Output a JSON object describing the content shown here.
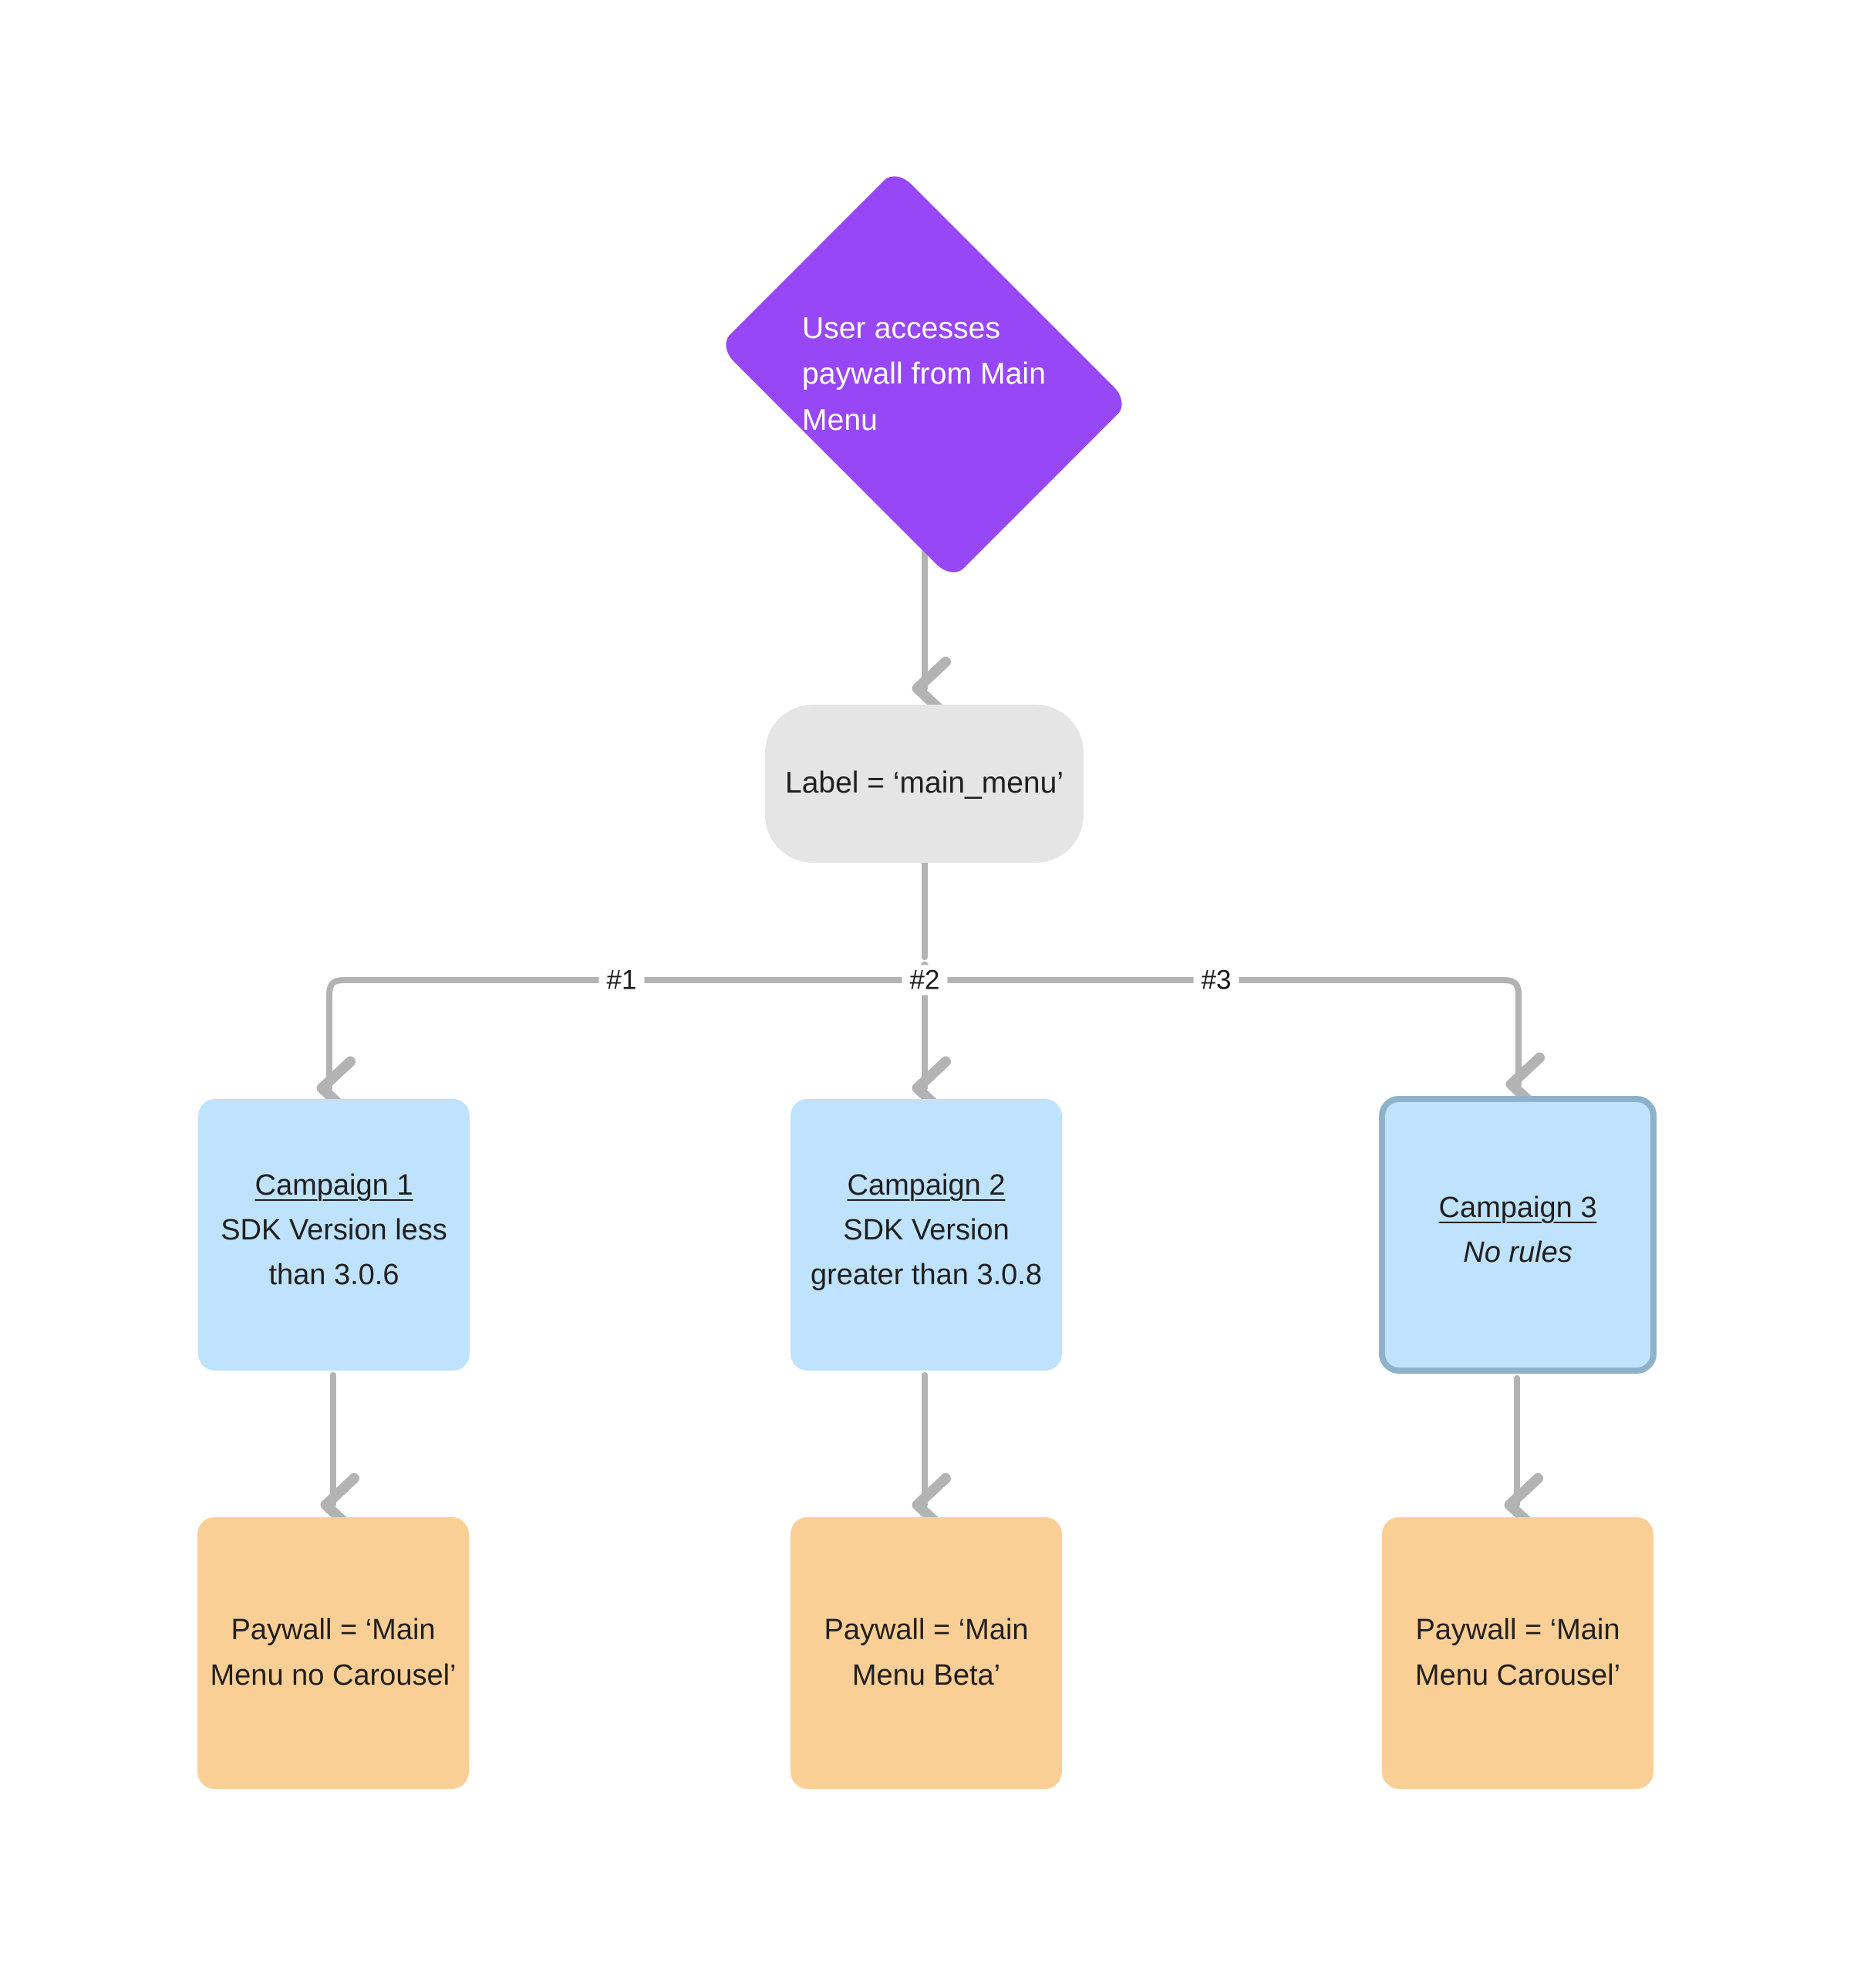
{
  "diagram": {
    "type": "flowchart",
    "orientation": "top-down",
    "colors": {
      "trigger_fill": "#9747F5",
      "trigger_text": "#FFFFFF",
      "label_fill": "#E5E5E5",
      "campaign_fill": "#BFE2FD",
      "campaign_selected_border": "#8FB2CB",
      "paywall_fill": "#FACF96",
      "edge_stroke": "#B3B3B3",
      "text": "#1F1F1F",
      "background": "#FFFFFF"
    }
  },
  "trigger": {
    "shape": "diamond",
    "text": "User accesses\npaywall from Main\nMenu"
  },
  "label_node": {
    "shape": "rounded-pill",
    "text": "Label = ‘main_menu’"
  },
  "branch_labels": [
    {
      "id": "branch-1",
      "text": "#1"
    },
    {
      "id": "branch-2",
      "text": "#2"
    },
    {
      "id": "branch-3",
      "text": "#3"
    }
  ],
  "campaigns": [
    {
      "id": "campaign-1",
      "title": "Campaign 1",
      "rule": "SDK Version less\nthan 3.0.6",
      "rule_italic": false,
      "selected": false
    },
    {
      "id": "campaign-2",
      "title": "Campaign 2",
      "rule": "SDK Version\ngreater than 3.0.8",
      "rule_italic": false,
      "selected": false
    },
    {
      "id": "campaign-3",
      "title": "Campaign 3",
      "rule": "No rules",
      "rule_italic": true,
      "selected": true
    }
  ],
  "paywalls": [
    {
      "id": "paywall-1",
      "text": "Paywall = ‘Main\nMenu no Carousel’"
    },
    {
      "id": "paywall-2",
      "text": "Paywall = ‘Main\nMenu Beta’"
    },
    {
      "id": "paywall-3",
      "text": "Paywall = ‘Main\nMenu Carousel’"
    }
  ]
}
